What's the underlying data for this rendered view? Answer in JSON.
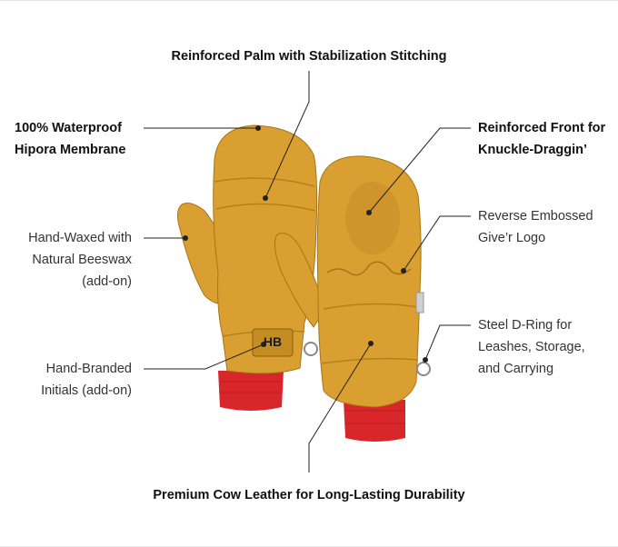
{
  "callouts": {
    "top": "Reinforced Palm with Stabilization Stitching",
    "waterproof_1": "100% Waterproof",
    "waterproof_2": "Hipora Membrane",
    "front_1": "Reinforced Front for",
    "front_2": "Knuckle-Draggin’",
    "waxed_1": "Hand-Waxed with",
    "waxed_2": "Natural Beeswax",
    "waxed_3": "(add-on)",
    "logo_1": "Reverse Embossed",
    "logo_2": "Give’r Logo",
    "initials_1": "Hand-Branded",
    "initials_2": "Initials (add-on)",
    "dring_1": "Steel D-Ring for",
    "dring_2": "Leashes, Storage,",
    "dring_3": "and Carrying",
    "bottom": "Premium Cow Leather for Long-Lasting Durability"
  },
  "patch_text": "HB",
  "colors": {
    "leather": "#d9a031",
    "leather_dark": "#b5801c",
    "cuff": "#d8262b",
    "line": "#222222"
  }
}
